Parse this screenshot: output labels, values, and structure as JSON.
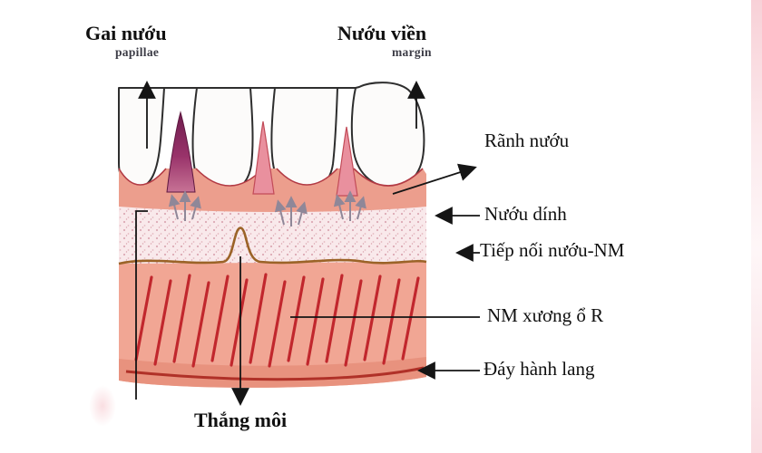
{
  "figure": {
    "type": "dental-gingiva-anatomy-diagram",
    "background": "#ffffff"
  },
  "labels": {
    "gai_nuou": {
      "vi": "Gai nướu",
      "en": "papillae"
    },
    "nuou_vien": {
      "vi": "Nướu viền",
      "en": "margin"
    },
    "ranh_nuou": "Rãnh nướu",
    "nuou_dinh": "Nướu dính",
    "tiep_noi_nuou_nm": "Tiếp nối nướu-NM",
    "nm_xuong_o_r": "NM xương ổ R",
    "day_hanh_lang": "Đáy hành lang",
    "thang_moi": "Thắng môi"
  },
  "colors": {
    "tooth_fill": "#fcfbfa",
    "outline": "#2e2e2e",
    "free_gingiva": "#ec9e8d",
    "gingival_margin_line": "#b23a44",
    "papilla_highlight_top": "#6f1d4e",
    "papilla_highlight_bottom": "#c77295",
    "papilla_pink": "#e9909e",
    "attached_gingiva": "#f9e9eb",
    "stipple_dot": "#dcaab4",
    "mucogingival_line": "#9b6327",
    "alveolar_mucosa": "#f1a694",
    "vessel_red": "#c1272d",
    "vestibule_dark": "#b03128",
    "leader_line": "#151515",
    "gray_arrow": "#8f8798"
  }
}
